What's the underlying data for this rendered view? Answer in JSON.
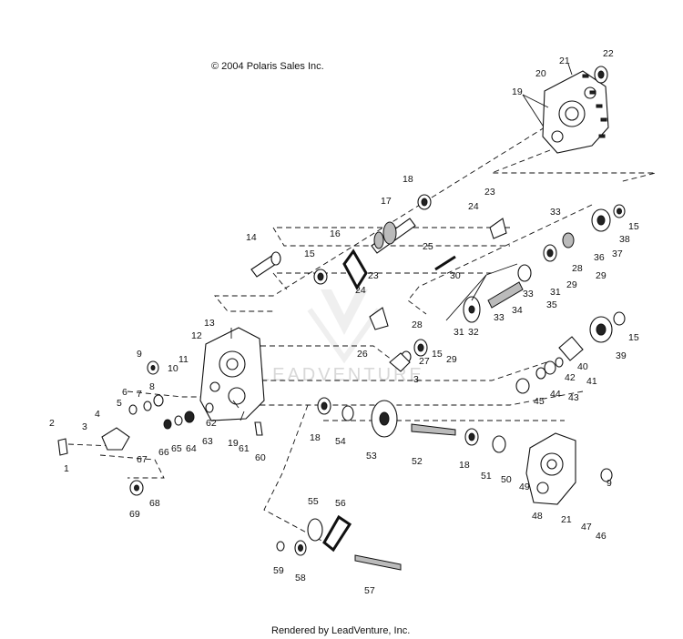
{
  "copyright": "© 2004 Polaris Sales Inc.",
  "footer": "Rendered by LeadVenture, Inc.",
  "watermark": "LEADVENTURE",
  "callouts": [
    "1",
    "2",
    "3",
    "4",
    "5",
    "6",
    "7",
    "8",
    "9",
    "10",
    "11",
    "12",
    "13",
    "14",
    "15",
    "16",
    "17",
    "18",
    "19",
    "20",
    "21",
    "22",
    "23",
    "24",
    "25",
    "26",
    "27",
    "28",
    "29",
    "30",
    "31",
    "32",
    "33",
    "34",
    "35",
    "36",
    "37",
    "38",
    "39",
    "40",
    "41",
    "42",
    "43",
    "44",
    "45",
    "46",
    "47",
    "48",
    "49",
    "50",
    "51",
    "52",
    "53",
    "54",
    "55",
    "56",
    "57",
    "58",
    "59",
    "60",
    "61",
    "62",
    "63",
    "64",
    "65",
    "66",
    "67",
    "68",
    "69"
  ]
}
